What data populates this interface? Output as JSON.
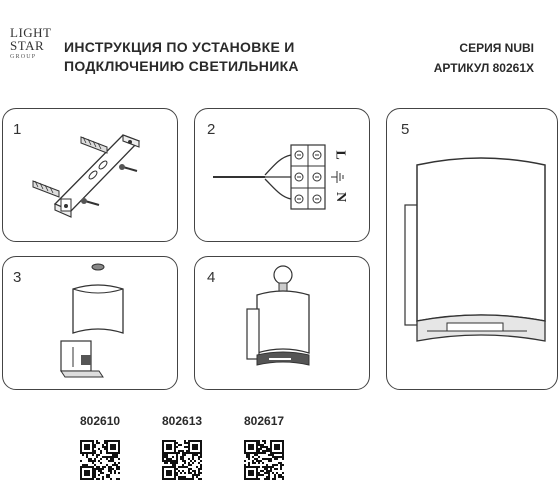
{
  "logo": {
    "line1": "LIGHT",
    "line2": "STAR",
    "line3": "GROUP"
  },
  "header": {
    "title_line1": "ИНСТРУКЦИЯ ПО УСТАНОВКЕ И",
    "title_line2": "ПОДКЛЮЧЕНИЮ СВЕТИЛЬНИКА",
    "series": "СЕРИЯ NUBI",
    "article": "АРТИКУЛ 80261X"
  },
  "steps": [
    {
      "number": "1"
    },
    {
      "number": "2"
    },
    {
      "number": "3"
    },
    {
      "number": "4"
    },
    {
      "number": "5"
    }
  ],
  "terminal_labels": {
    "live": "L",
    "neutral": "N"
  },
  "codes": [
    {
      "label": "802610"
    },
    {
      "label": "802613"
    },
    {
      "label": "802617"
    }
  ]
}
